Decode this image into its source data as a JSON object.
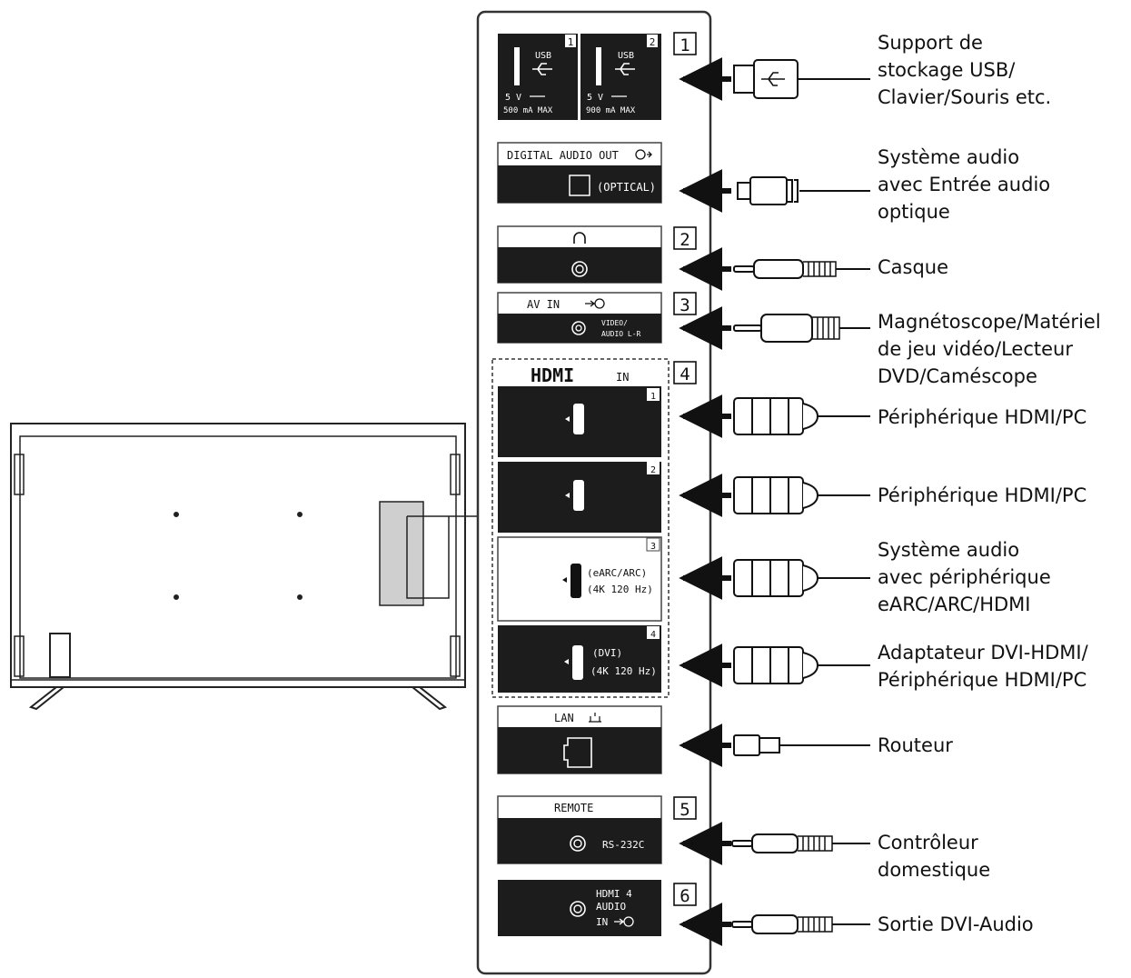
{
  "usb": {
    "port1_label": "USB",
    "port2_label": "USB",
    "port1_num": "1",
    "port2_num": "2",
    "port1_rating_a": "5 V",
    "port1_rating_b": "500 mA MAX",
    "port2_rating_a": "5 V",
    "port2_rating_b": "900 mA MAX"
  },
  "digital_audio": {
    "title": "DIGITAL AUDIO OUT",
    "sub": "(OPTICAL)"
  },
  "av_in": {
    "title": "AV IN",
    "sub_a": "VIDEO/",
    "sub_b": "AUDIO L-R"
  },
  "hdmi": {
    "logo": "HDMI",
    "in": "IN",
    "ports": [
      {
        "num": "1",
        "line1": "",
        "line2": ""
      },
      {
        "num": "2",
        "line1": "",
        "line2": ""
      },
      {
        "num": "3",
        "line1": "(eARC/ARC)",
        "line2": "(4K 120 Hz)"
      },
      {
        "num": "4",
        "line1": "(DVI)",
        "line2": "(4K 120 Hz)"
      }
    ]
  },
  "lan": {
    "title": "LAN"
  },
  "remote": {
    "title": "REMOTE",
    "sub": "RS-232C"
  },
  "hdmi4_audio": {
    "line1": "HDMI 4",
    "line2": "AUDIO",
    "line3": "IN"
  },
  "callouts": [
    "1",
    "2",
    "3",
    "4",
    "5",
    "6"
  ],
  "labels": [
    [
      "Support de",
      "stockage USB/",
      "Clavier/Souris etc."
    ],
    [
      "Système audio",
      "avec Entrée audio",
      "optique"
    ],
    [
      "Casque"
    ],
    [
      "Magnétoscope/Matériel",
      "de jeu vidéo/Lecteur",
      "DVD/Caméscope"
    ],
    [
      "Périphérique HDMI/PC"
    ],
    [
      "Périphérique HDMI/PC"
    ],
    [
      "Système audio",
      "avec périphérique",
      "eARC/ARC/HDMI"
    ],
    [
      "Adaptateur DVI-HDMI/",
      "Périphérique HDMI/PC"
    ],
    [
      "Routeur"
    ],
    [
      "Contrôleur",
      "domestique"
    ],
    [
      "Sortie DVI-Audio"
    ]
  ],
  "colors": {
    "panel_dark": "#1c1c1c",
    "highlight": "#cfcfcf",
    "stroke": "#111111"
  }
}
